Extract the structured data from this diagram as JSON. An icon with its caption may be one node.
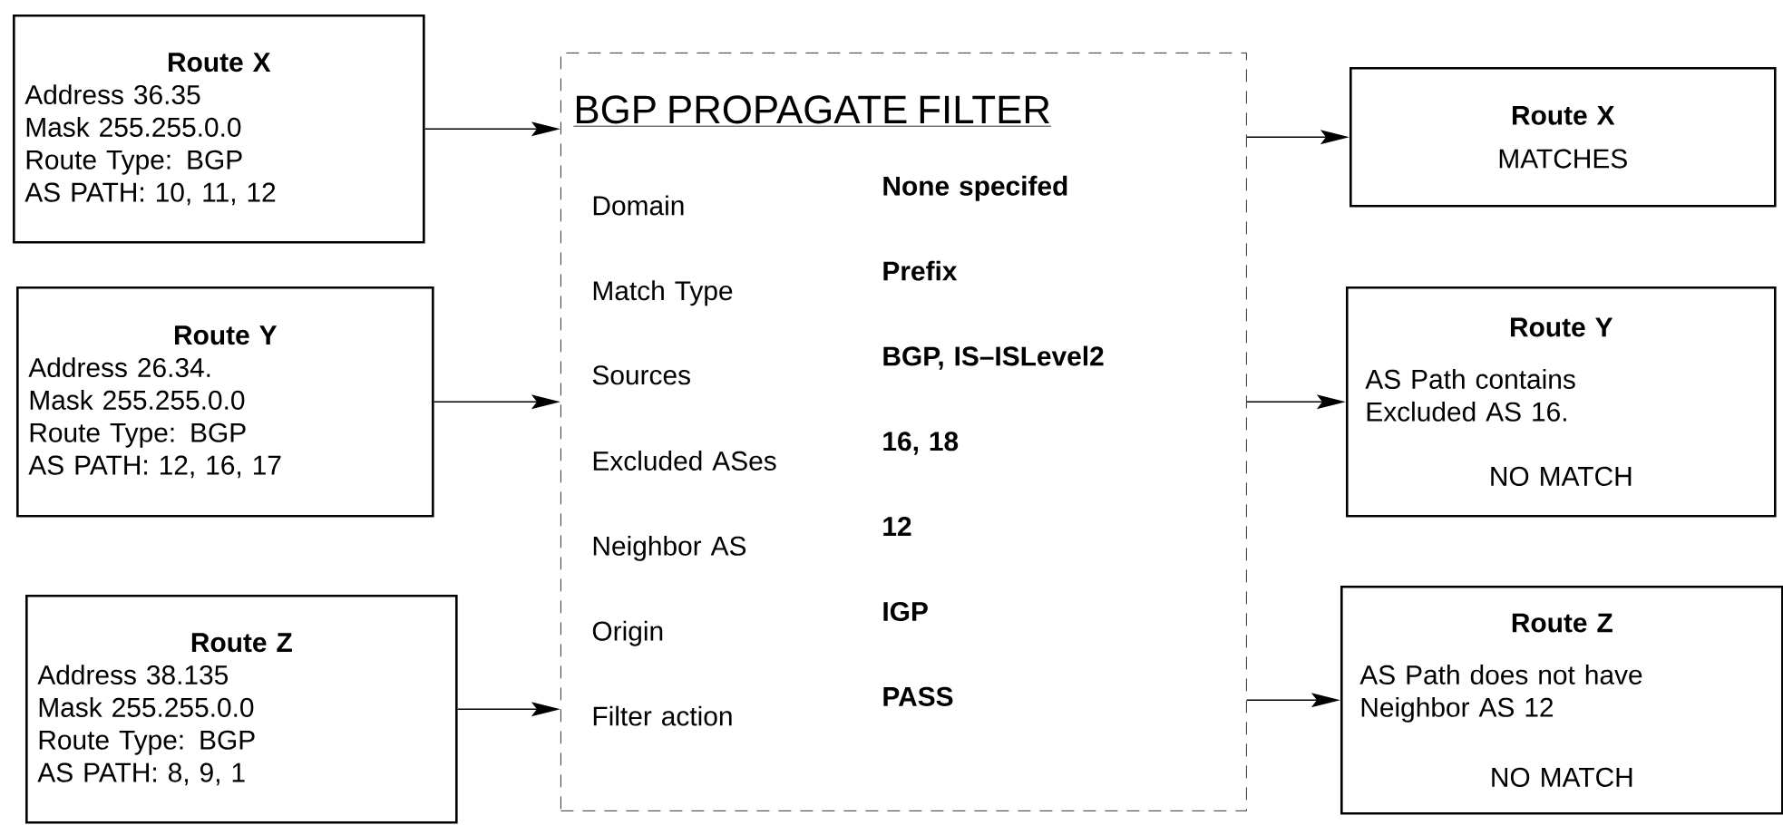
{
  "diagram": {
    "nodes": [
      {
        "text": [
          "Route X",
          "Address 36.35",
          "Mask 255.255.0.0",
          "Route Type: BGP",
          "AS PATH: 10, 11, 12"
        ]
      },
      {
        "text": [
          "Route Y",
          "Address 26.34.",
          "Mask 255.255.0.0",
          "Route Type: BGP",
          "AS PATH: 12, 16, 17"
        ]
      },
      {
        "text": [
          "Route Z",
          "Address 38.135",
          "Mask 255.255.0.0",
          "Route Type: BGP",
          "AS PATH: 8, 9, 1"
        ]
      },
      {
        "text": [
          "BGP PROPAGATE FILTER",
          "Domain",
          "None specifed",
          "Match Type",
          "Prefix",
          "Sources",
          "BGP, IS–ISLevel2",
          "Excluded ASes",
          "16, 18",
          "Neighbor AS",
          "12",
          "Origin",
          "IGP",
          "Filter action",
          "PASS"
        ]
      },
      {
        "text": [
          "Route X",
          "MATCHES"
        ]
      },
      {
        "text": [
          "Route Y",
          "AS Path contains Excluded AS 16.",
          "NO MATCH"
        ]
      },
      {
        "text": [
          "Route Z",
          "AS Path does not have Neighbor AS 12",
          "NO MATCH"
        ]
      }
    ],
    "edges": [
      {
        "from": 0,
        "to": 3,
        "arrow": "to"
      },
      {
        "from": 1,
        "to": 3,
        "arrow": "to"
      },
      {
        "from": 2,
        "to": 3,
        "arrow": "to"
      },
      {
        "from": 3,
        "to": 4,
        "arrow": "to"
      },
      {
        "from": 3,
        "to": 5,
        "arrow": "to"
      },
      {
        "from": 3,
        "to": 6,
        "arrow": "to"
      }
    ]
  }
}
